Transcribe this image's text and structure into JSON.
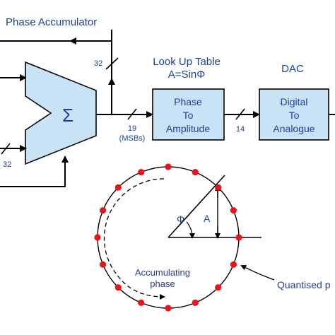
{
  "labels": {
    "phase_accumulator": "Phase Accumulator",
    "lut_title": "Look Up Table",
    "lut_formula": "A=SinΦ",
    "dac_title": "DAC",
    "sigma": "Σ",
    "phase_to_amplitude": [
      "Phase",
      "To",
      "Amplitude"
    ],
    "digital_to_analogue": [
      "Digital",
      "To",
      "Analogue"
    ],
    "bus_32_feedback": "32",
    "bus_32_input": "32",
    "bus_19": "19",
    "msbs": "(MSBs)",
    "bus_14": "14",
    "phi": "Φ",
    "amplitude": "A",
    "accumulating_phase": [
      "Accumulating",
      "phase"
    ],
    "quantised_phase": "Quantised p"
  },
  "colors": {
    "text": "#1f3f9a",
    "block_fill": "#c8e2f6",
    "dot": "#e8141c"
  },
  "quantised_points": 16
}
